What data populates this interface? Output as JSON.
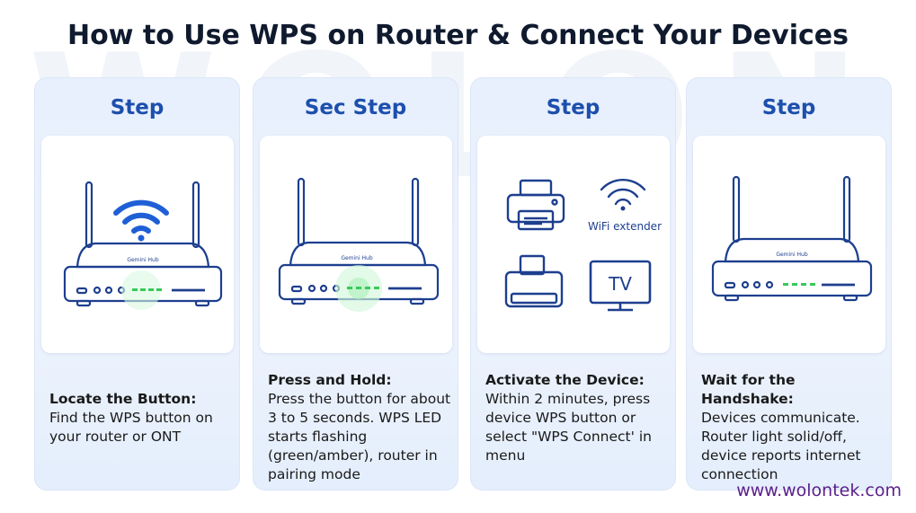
{
  "title": "How to Use WPS on Router & Connect Your Devices",
  "watermark": "WOLON",
  "colors": {
    "accent": "#1d4fad",
    "wifi": "#1f5fd6",
    "led": "#38c95a",
    "url": "#5b1f8a"
  },
  "steps": [
    {
      "label": "Step",
      "heading": "Locate the Button:",
      "body": "Find the WPS button on your router or ONT",
      "router_brand": "Gemini Hub"
    },
    {
      "label": "Sec Step",
      "heading": "Press and Hold:",
      "body": "Press the button for about 3 to 5 seconds. WPS LED starts flashing (green/amber), router in pairing mode",
      "router_brand": "Gemini Hub"
    },
    {
      "label": "Step",
      "heading": "Activate the Device:",
      "body": "Within 2 minutes, press device WPS button or select \"WPS Connect' in menu",
      "devices": {
        "extender_label": "WiFi extender",
        "tv_label": "TV"
      }
    },
    {
      "label": "Step",
      "heading": "Wait for the Handshake:",
      "body": "Devices communicate. Router light solid/off, device reports internet connection",
      "router_brand": "Gemini Hub"
    }
  ],
  "icons": [
    "router-icon",
    "wifi-icon",
    "printer-icon",
    "wifi-extender-icon",
    "tv-icon"
  ],
  "website": "www.wolontek.com"
}
